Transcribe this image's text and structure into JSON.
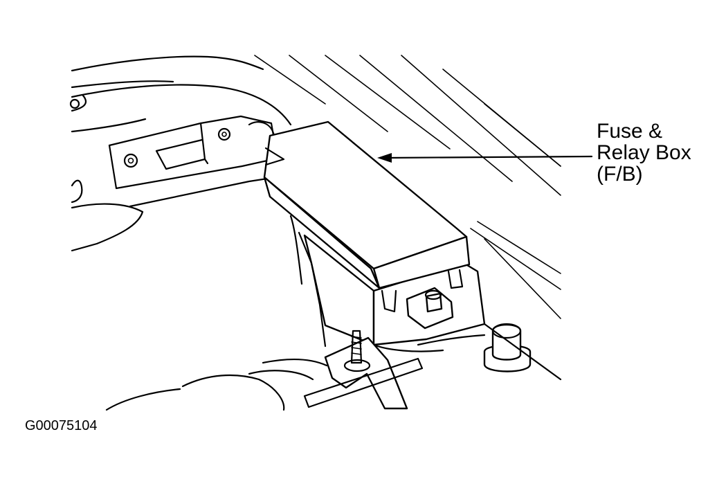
{
  "callout": {
    "line1": "Fuse &",
    "line2": "Relay Box",
    "line3": "(F/B)"
  },
  "figure_id": "G00075104",
  "colors": {
    "ink": "#000000",
    "paper": "#ffffff"
  }
}
